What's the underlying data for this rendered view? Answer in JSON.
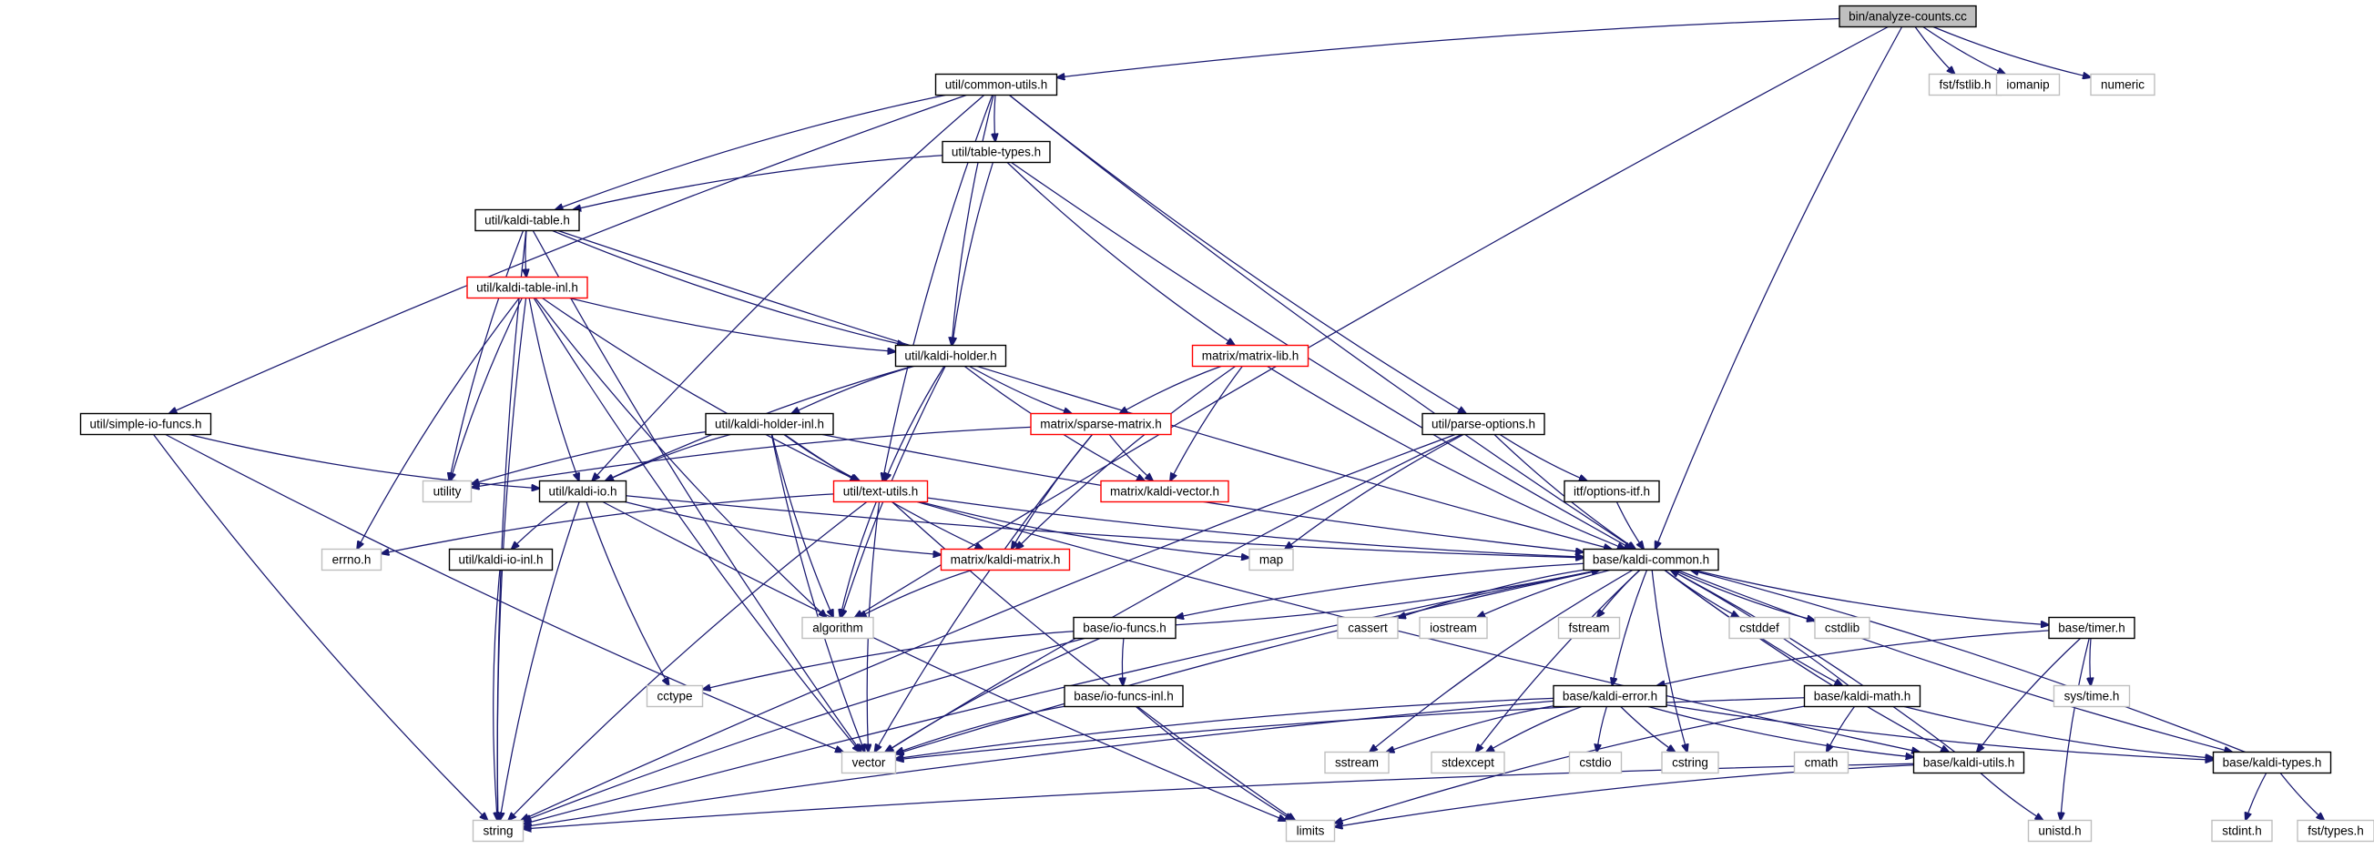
{
  "graph": {
    "root": "bin/analyze-counts.cc",
    "colors": {
      "edge": "#191970",
      "root_fill": "#bfbfbf",
      "root_border": "#000000",
      "documented_border": "#000000",
      "truncated_border": "#ff0000",
      "external_border": "#bfbfbf",
      "external_text": "#000000",
      "background": "#ffffff"
    },
    "nodes": [
      {
        "id": "root",
        "label": "bin/analyze-counts.cc",
        "kind": "root"
      },
      {
        "id": "common_utils",
        "label": "util/common-utils.h",
        "kind": "documented"
      },
      {
        "id": "fstlib",
        "label": "fst/fstlib.h",
        "kind": "external"
      },
      {
        "id": "iomanip",
        "label": "iomanip",
        "kind": "external"
      },
      {
        "id": "numeric",
        "label": "numeric",
        "kind": "external"
      },
      {
        "id": "table_types",
        "label": "util/table-types.h",
        "kind": "documented"
      },
      {
        "id": "kaldi_table",
        "label": "util/kaldi-table.h",
        "kind": "documented"
      },
      {
        "id": "kaldi_table_inl",
        "label": "util/kaldi-table-inl.h",
        "kind": "truncated"
      },
      {
        "id": "kaldi_holder",
        "label": "util/kaldi-holder.h",
        "kind": "documented"
      },
      {
        "id": "matrix_lib",
        "label": "matrix/matrix-lib.h",
        "kind": "truncated"
      },
      {
        "id": "simple_io",
        "label": "util/simple-io-funcs.h",
        "kind": "documented"
      },
      {
        "id": "holder_inl",
        "label": "util/kaldi-holder-inl.h",
        "kind": "documented"
      },
      {
        "id": "sparse",
        "label": "matrix/sparse-matrix.h",
        "kind": "truncated"
      },
      {
        "id": "parse_opts",
        "label": "util/parse-options.h",
        "kind": "documented"
      },
      {
        "id": "utility",
        "label": "utility",
        "kind": "external"
      },
      {
        "id": "kaldi_io",
        "label": "util/kaldi-io.h",
        "kind": "documented"
      },
      {
        "id": "text_utils",
        "label": "util/text-utils.h",
        "kind": "truncated"
      },
      {
        "id": "kaldi_vector",
        "label": "matrix/kaldi-vector.h",
        "kind": "truncated"
      },
      {
        "id": "options_itf",
        "label": "itf/options-itf.h",
        "kind": "documented"
      },
      {
        "id": "errno",
        "label": "errno.h",
        "kind": "external"
      },
      {
        "id": "io_inl",
        "label": "util/kaldi-io-inl.h",
        "kind": "documented"
      },
      {
        "id": "kaldi_matrix",
        "label": "matrix/kaldi-matrix.h",
        "kind": "truncated"
      },
      {
        "id": "map",
        "label": "map",
        "kind": "external"
      },
      {
        "id": "kaldi_common",
        "label": "base/kaldi-common.h",
        "kind": "documented"
      },
      {
        "id": "algorithm",
        "label": "algorithm",
        "kind": "external"
      },
      {
        "id": "io_funcs",
        "label": "base/io-funcs.h",
        "kind": "documented"
      },
      {
        "id": "cassert",
        "label": "cassert",
        "kind": "external"
      },
      {
        "id": "iostream",
        "label": "iostream",
        "kind": "external"
      },
      {
        "id": "fstream",
        "label": "fstream",
        "kind": "external"
      },
      {
        "id": "cstddef",
        "label": "cstddef",
        "kind": "external"
      },
      {
        "id": "cstdlib",
        "label": "cstdlib",
        "kind": "external"
      },
      {
        "id": "timer",
        "label": "base/timer.h",
        "kind": "documented"
      },
      {
        "id": "cctype",
        "label": "cctype",
        "kind": "external"
      },
      {
        "id": "io_funcs_inl",
        "label": "base/io-funcs-inl.h",
        "kind": "documented"
      },
      {
        "id": "kaldi_error",
        "label": "base/kaldi-error.h",
        "kind": "documented"
      },
      {
        "id": "kaldi_math",
        "label": "base/kaldi-math.h",
        "kind": "documented"
      },
      {
        "id": "systime",
        "label": "sys/time.h",
        "kind": "external"
      },
      {
        "id": "vector",
        "label": "vector",
        "kind": "external"
      },
      {
        "id": "sstream",
        "label": "sstream",
        "kind": "external"
      },
      {
        "id": "stdexcept",
        "label": "stdexcept",
        "kind": "external"
      },
      {
        "id": "cstdio",
        "label": "cstdio",
        "kind": "external"
      },
      {
        "id": "cstring",
        "label": "cstring",
        "kind": "external"
      },
      {
        "id": "cmath",
        "label": "cmath",
        "kind": "external"
      },
      {
        "id": "kaldi_utils",
        "label": "base/kaldi-utils.h",
        "kind": "documented"
      },
      {
        "id": "kaldi_types",
        "label": "base/kaldi-types.h",
        "kind": "documented"
      },
      {
        "id": "string",
        "label": "string",
        "kind": "external"
      },
      {
        "id": "limits",
        "label": "limits",
        "kind": "external"
      },
      {
        "id": "unistd",
        "label": "unistd.h",
        "kind": "external"
      },
      {
        "id": "stdint",
        "label": "stdint.h",
        "kind": "external"
      },
      {
        "id": "fst_types",
        "label": "fst/types.h",
        "kind": "external"
      }
    ],
    "edges": [
      [
        "root",
        "common_utils"
      ],
      [
        "root",
        "fstlib"
      ],
      [
        "root",
        "iomanip"
      ],
      [
        "root",
        "numeric"
      ],
      [
        "root",
        "kaldi_common"
      ],
      [
        "root",
        "algorithm"
      ],
      [
        "common_utils",
        "table_types"
      ],
      [
        "common_utils",
        "kaldi_table"
      ],
      [
        "common_utils",
        "kaldi_holder"
      ],
      [
        "common_utils",
        "simple_io"
      ],
      [
        "common_utils",
        "parse_opts"
      ],
      [
        "common_utils",
        "kaldi_io"
      ],
      [
        "common_utils",
        "text_utils"
      ],
      [
        "common_utils",
        "kaldi_common"
      ],
      [
        "table_types",
        "kaldi_table"
      ],
      [
        "table_types",
        "kaldi_holder"
      ],
      [
        "table_types",
        "matrix_lib"
      ],
      [
        "table_types",
        "kaldi_common"
      ],
      [
        "kaldi_table",
        "kaldi_table_inl"
      ],
      [
        "kaldi_table",
        "kaldi_holder"
      ],
      [
        "kaldi_table",
        "utility"
      ],
      [
        "kaldi_table",
        "vector"
      ],
      [
        "kaldi_table",
        "string"
      ],
      [
        "kaldi_table",
        "kaldi_common"
      ],
      [
        "kaldi_table_inl",
        "kaldi_holder"
      ],
      [
        "kaldi_table_inl",
        "text_utils"
      ],
      [
        "kaldi_table_inl",
        "kaldi_io"
      ],
      [
        "kaldi_table_inl",
        "utility"
      ],
      [
        "kaldi_table_inl",
        "errno"
      ],
      [
        "kaldi_table_inl",
        "algorithm"
      ],
      [
        "kaldi_table_inl",
        "vector"
      ],
      [
        "kaldi_table_inl",
        "string"
      ],
      [
        "kaldi_holder",
        "holder_inl"
      ],
      [
        "kaldi_holder",
        "sparse"
      ],
      [
        "kaldi_holder",
        "kaldi_vector"
      ],
      [
        "kaldi_holder",
        "kaldi_io"
      ],
      [
        "kaldi_holder",
        "text_utils"
      ],
      [
        "kaldi_holder",
        "algorithm"
      ],
      [
        "matrix_lib",
        "sparse"
      ],
      [
        "matrix_lib",
        "kaldi_vector"
      ],
      [
        "matrix_lib",
        "kaldi_matrix"
      ],
      [
        "matrix_lib",
        "kaldi_common"
      ],
      [
        "simple_io",
        "kaldi_io"
      ],
      [
        "simple_io",
        "vector"
      ],
      [
        "simple_io",
        "string"
      ],
      [
        "holder_inl",
        "utility"
      ],
      [
        "holder_inl",
        "kaldi_io"
      ],
      [
        "holder_inl",
        "text_utils"
      ],
      [
        "holder_inl",
        "kaldi_matrix"
      ],
      [
        "holder_inl",
        "algorithm"
      ],
      [
        "holder_inl",
        "vector"
      ],
      [
        "holder_inl",
        "kaldi_common"
      ],
      [
        "sparse",
        "kaldi_vector"
      ],
      [
        "sparse",
        "kaldi_matrix"
      ],
      [
        "sparse",
        "utility"
      ],
      [
        "sparse",
        "vector"
      ],
      [
        "parse_opts",
        "options_itf"
      ],
      [
        "parse_opts",
        "kaldi_common"
      ],
      [
        "parse_opts",
        "map"
      ],
      [
        "parse_opts",
        "vector"
      ],
      [
        "parse_opts",
        "string"
      ],
      [
        "kaldi_io",
        "io_inl"
      ],
      [
        "kaldi_io",
        "kaldi_common"
      ],
      [
        "kaldi_io",
        "kaldi_matrix"
      ],
      [
        "kaldi_io",
        "cctype"
      ],
      [
        "kaldi_io",
        "limits"
      ],
      [
        "kaldi_io",
        "string"
      ],
      [
        "text_utils",
        "errno"
      ],
      [
        "text_utils",
        "map"
      ],
      [
        "text_utils",
        "kaldi_common"
      ],
      [
        "text_utils",
        "algorithm"
      ],
      [
        "text_utils",
        "vector"
      ],
      [
        "text_utils",
        "limits"
      ],
      [
        "text_utils",
        "string"
      ],
      [
        "text_utils",
        "kaldi_utils"
      ],
      [
        "options_itf",
        "kaldi_common"
      ],
      [
        "io_inl",
        "string"
      ],
      [
        "kaldi_matrix",
        "algorithm"
      ],
      [
        "kaldi_common",
        "io_funcs"
      ],
      [
        "kaldi_common",
        "cassert"
      ],
      [
        "kaldi_common",
        "iostream"
      ],
      [
        "kaldi_common",
        "fstream"
      ],
      [
        "kaldi_common",
        "cstddef"
      ],
      [
        "kaldi_common",
        "cstdlib"
      ],
      [
        "kaldi_common",
        "timer"
      ],
      [
        "kaldi_common",
        "kaldi_error"
      ],
      [
        "kaldi_common",
        "kaldi_math"
      ],
      [
        "kaldi_common",
        "kaldi_utils"
      ],
      [
        "kaldi_common",
        "kaldi_types"
      ],
      [
        "kaldi_common",
        "vector"
      ],
      [
        "kaldi_common",
        "string"
      ],
      [
        "kaldi_common",
        "sstream"
      ],
      [
        "kaldi_common",
        "stdexcept"
      ],
      [
        "kaldi_common",
        "cstring"
      ],
      [
        "io_funcs",
        "kaldi_common"
      ],
      [
        "io_funcs",
        "io_funcs_inl"
      ],
      [
        "io_funcs",
        "cctype"
      ],
      [
        "io_funcs",
        "vector"
      ],
      [
        "io_funcs",
        "string"
      ],
      [
        "io_funcs_inl",
        "vector"
      ],
      [
        "io_funcs_inl",
        "limits"
      ],
      [
        "timer",
        "systime"
      ],
      [
        "timer",
        "kaldi_error"
      ],
      [
        "timer",
        "kaldi_utils"
      ],
      [
        "timer",
        "unistd"
      ],
      [
        "kaldi_error",
        "vector"
      ],
      [
        "kaldi_error",
        "string"
      ],
      [
        "kaldi_error",
        "sstream"
      ],
      [
        "kaldi_error",
        "stdexcept"
      ],
      [
        "kaldi_error",
        "cstdio"
      ],
      [
        "kaldi_error",
        "cstring"
      ],
      [
        "kaldi_error",
        "kaldi_utils"
      ],
      [
        "kaldi_error",
        "kaldi_types"
      ],
      [
        "kaldi_math",
        "kaldi_common"
      ],
      [
        "kaldi_math",
        "cmath"
      ],
      [
        "kaldi_math",
        "limits"
      ],
      [
        "kaldi_math",
        "vector"
      ],
      [
        "kaldi_math",
        "kaldi_types"
      ],
      [
        "kaldi_utils",
        "kaldi_common"
      ],
      [
        "kaldi_utils",
        "string"
      ],
      [
        "kaldi_utils",
        "limits"
      ],
      [
        "kaldi_utils",
        "unistd"
      ],
      [
        "kaldi_types",
        "kaldi_common"
      ],
      [
        "kaldi_types",
        "stdint"
      ],
      [
        "kaldi_types",
        "fst_types"
      ]
    ]
  }
}
